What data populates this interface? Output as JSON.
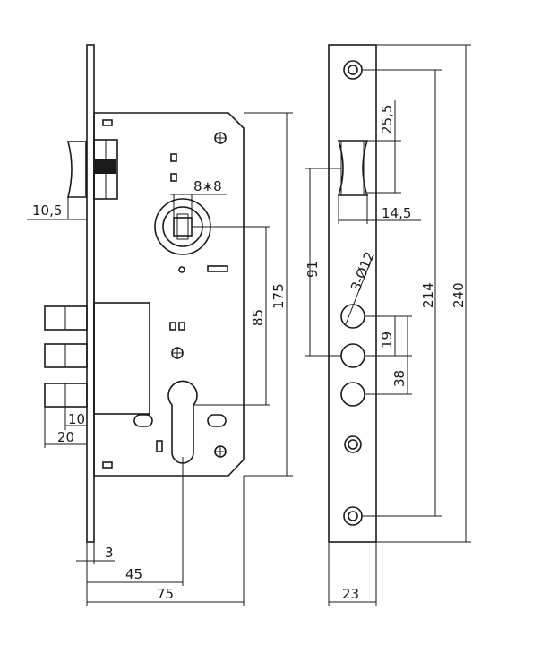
{
  "dimensions": {
    "d_10_5": "10,5",
    "d_8x8": "8∗8",
    "d_175": "175",
    "d_85": "85",
    "d_10": "10",
    "d_20": "20",
    "d_3": "3",
    "d_45": "45",
    "d_75": "75",
    "d_25_5": "25,5",
    "d_14_5": "14,5",
    "d_91": "91",
    "d_3_phi12": "3-Ø12",
    "d_214": "214",
    "d_240": "240",
    "d_19": "19",
    "d_38": "38",
    "d_23": "23"
  }
}
